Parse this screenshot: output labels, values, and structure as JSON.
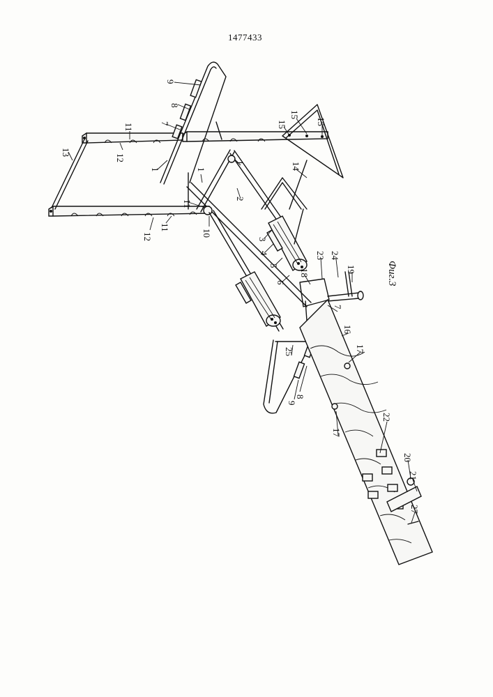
{
  "document": {
    "patent_number": "1477433",
    "figure_caption": "Фиг.3"
  },
  "callouts": [
    {
      "id": "c9a",
      "text": "9"
    },
    {
      "id": "c8a",
      "text": "8"
    },
    {
      "id": "c7a",
      "text": "7"
    },
    {
      "id": "c1a",
      "text": "1"
    },
    {
      "id": "c11a",
      "text": "11"
    },
    {
      "id": "c12a",
      "text": "12"
    },
    {
      "id": "c13",
      "text": "13"
    },
    {
      "id": "c12b",
      "text": "12"
    },
    {
      "id": "c11b",
      "text": "11"
    },
    {
      "id": "c11c",
      "text": "11"
    },
    {
      "id": "c1b",
      "text": "1"
    },
    {
      "id": "c1c",
      "text": "1"
    },
    {
      "id": "c10",
      "text": "10"
    },
    {
      "id": "c2",
      "text": "2"
    },
    {
      "id": "c3",
      "text": "3"
    },
    {
      "id": "c4",
      "text": "4"
    },
    {
      "id": "c5",
      "text": "5"
    },
    {
      "id": "c6",
      "text": "6"
    },
    {
      "id": "c14",
      "text": "14"
    },
    {
      "id": "c15a",
      "text": "15"
    },
    {
      "id": "c15b",
      "text": "15"
    },
    {
      "id": "c15c",
      "text": "15"
    },
    {
      "id": "c18",
      "text": "18"
    },
    {
      "id": "c23",
      "text": "23"
    },
    {
      "id": "c24",
      "text": "24"
    },
    {
      "id": "c19",
      "text": "19"
    },
    {
      "id": "c7b",
      "text": "7"
    },
    {
      "id": "c16",
      "text": "16"
    },
    {
      "id": "c17a",
      "text": "17"
    },
    {
      "id": "c25",
      "text": "25"
    },
    {
      "id": "c9b",
      "text": "9"
    },
    {
      "id": "c8b",
      "text": "8"
    },
    {
      "id": "c17b",
      "text": "17"
    },
    {
      "id": "c22",
      "text": "22"
    },
    {
      "id": "c20",
      "text": "20"
    },
    {
      "id": "c21",
      "text": "21"
    },
    {
      "id": "c27",
      "text": "27"
    }
  ]
}
